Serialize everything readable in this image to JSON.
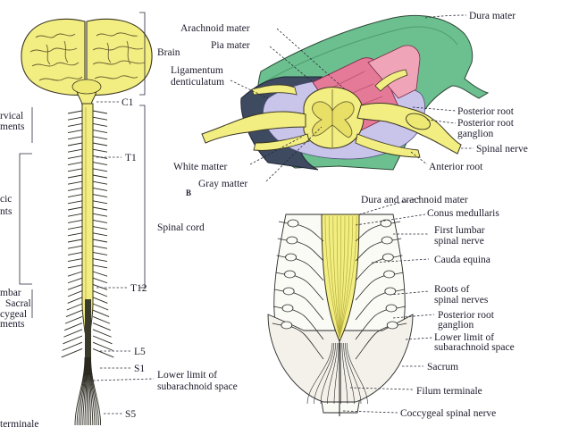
{
  "left_panel": {
    "regions": {
      "brain": "Brain",
      "spinal_cord": "Spinal cord",
      "cervical_a": "rvical",
      "cervical_b": "ments",
      "thoracic_a": "cic",
      "thoracic_b": "nts",
      "lumbar": "mbar",
      "sacral": "Sacral",
      "coccygeal": "cygeal",
      "segments": "ments",
      "bottom": "terminale"
    },
    "levels": {
      "c1": "C1",
      "t1": "T1",
      "t12": "T12",
      "l5": "L5",
      "s1": "S1",
      "s5": "S5"
    },
    "lower_limit_a": "Lower limit of",
    "lower_limit_b": "subarachnoid space"
  },
  "top_right_panel": {
    "figure_letter": "B",
    "labels": {
      "dura_mater": "Dura mater",
      "arachnoid_mater": "Arachnoid mater",
      "pia_mater": "Pia mater",
      "ligamentum_a": "Ligamentum",
      "ligamentum_b": "denticulatum",
      "posterior_root": "Posterior root",
      "posterior_root_ganglion_a": "Posterior root",
      "posterior_root_ganglion_b": "ganglion",
      "spinal_nerve": "Spinal nerve",
      "anterior_root": "Anterior root",
      "white_matter": "White matter",
      "gray_matter": "Gray matter"
    }
  },
  "bottom_right_panel": {
    "labels": {
      "dura_arachnoid": "Dura and arachnoid mater",
      "conus_medullaris": "Conus medullaris",
      "first_lumbar_a": "First lumbar",
      "first_lumbar_b": "spinal nerve",
      "cauda_equina": "Cauda equina",
      "roots_a": "Roots of",
      "roots_b": "spinal nerves",
      "ganglion_a": "Posterior root",
      "ganglion_b": "ganglion",
      "lower_limit_a": "Lower limit of",
      "lower_limit_b": "subarachnoid space",
      "sacrum": "Sacrum",
      "filum_terminale": "Filum terminale",
      "coccygeal_nerve": "Coccygeal spinal nerve"
    }
  },
  "colors": {
    "neural_yellow": "#f2ee82",
    "dura_green": "#6cbf8e",
    "arachnoid_pink": "#e57a98",
    "pia_lavender": "#c9c4ea",
    "line": "#2a2a3a",
    "background": "#ffffff"
  }
}
